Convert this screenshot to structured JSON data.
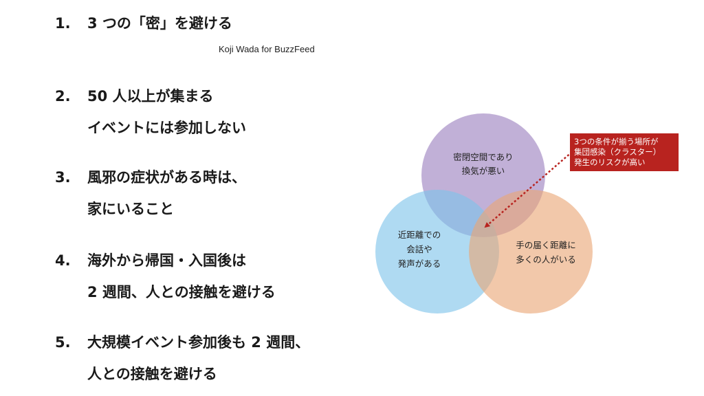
{
  "list": [
    {
      "number": "1.",
      "lines": [
        "3 つの「密」を避ける"
      ]
    },
    {
      "number": "2.",
      "lines": [
        "50 人以上が集まる",
        "イベントには参加しない"
      ]
    },
    {
      "number": "3.",
      "lines": [
        "風邪の症状がある時は、",
        "家にいること"
      ]
    },
    {
      "number": "4.",
      "lines": [
        "海外から帰国・入国後は",
        "2 週間、人との接触を避ける"
      ]
    },
    {
      "number": "5.",
      "lines": [
        "大規模イベント参加後も 2 週間、",
        "人との接触を避ける"
      ]
    }
  ],
  "credit": "Koji Wada for BuzzFeed",
  "venn": {
    "circles": [
      {
        "lines": [
          "密閉空間であり",
          "換気が悪い"
        ],
        "color": "#9b7fbf"
      },
      {
        "lines": [
          "近距離での",
          "会話や",
          "発声がある"
        ],
        "color": "#7ec4ea"
      },
      {
        "lines": [
          "手の届く距離に",
          "多くの人がいる"
        ],
        "color": "#eaa676"
      }
    ],
    "callout": {
      "lines": [
        "3つの条件が揃う場所が",
        "集団感染（クラスター）",
        "発生のリスクが高い"
      ],
      "color": "#b8231f"
    }
  }
}
